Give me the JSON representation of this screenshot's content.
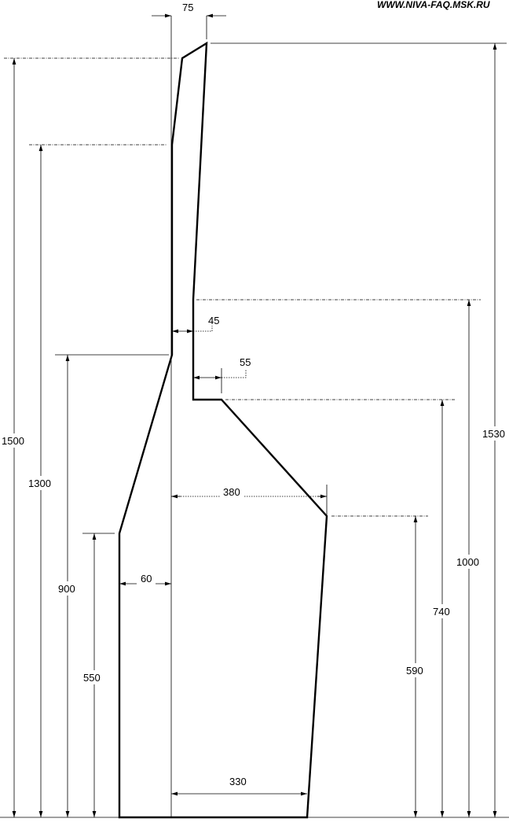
{
  "watermark": "WWW.NIVA-FAQ.MSK.RU",
  "dimensions": {
    "width_top": "75",
    "height_1500": "1500",
    "height_1300": "1300",
    "height_900": "900",
    "height_550": "550",
    "step_45": "45",
    "step_55": "55",
    "width_380": "380",
    "width_60": "60",
    "width_330": "330",
    "height_1530": "1530",
    "height_1000": "1000",
    "height_740": "740",
    "height_590": "590"
  }
}
